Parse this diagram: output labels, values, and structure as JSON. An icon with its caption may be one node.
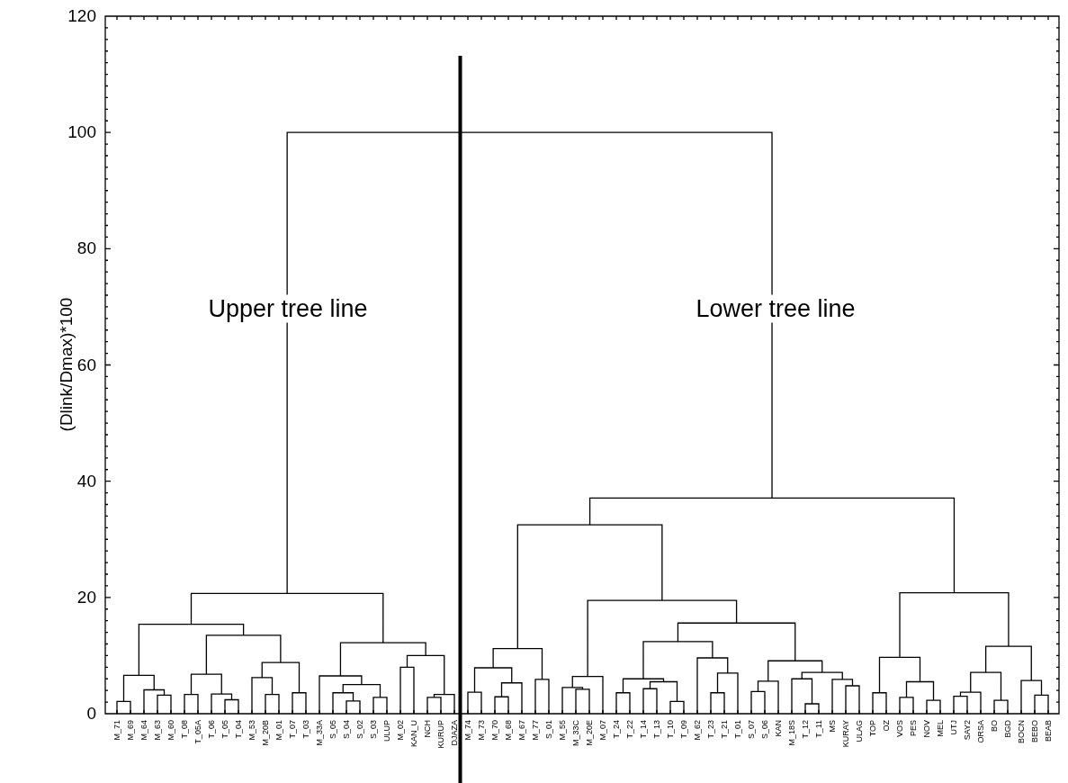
{
  "diagram": {
    "labels": [
      "120",
      "100",
      "80",
      "60",
      "40",
      "20",
      "0",
      "(Dlink/Dmax)*100",
      "Upper tree line",
      "Lower tree line",
      "M_71",
      "M_69",
      "M_64",
      "M_63",
      "M_60",
      "T_08",
      "T_05A",
      "T_06",
      "T_05",
      "T_04",
      "M_53",
      "M_20B",
      "M_01",
      "T_07",
      "T_03",
      "M_33A",
      "S_05",
      "S_04",
      "S_02",
      "S_03",
      "ULUP",
      "M_02",
      "KAN_U",
      "NCH",
      "KURUP",
      "DJAZA",
      "M_74",
      "M_73",
      "M_70",
      "M_68",
      "M_67",
      "M_77",
      "S_01",
      "M_55",
      "M_33C",
      "M_20E",
      "M_07",
      "T_24",
      "T_22",
      "T_14",
      "T_13",
      "T_10",
      "T_09",
      "M_62",
      "T_23",
      "T_21",
      "T_01",
      "S_07",
      "S_06",
      "KAN",
      "M_18S",
      "T_12",
      "T_11",
      "MS",
      "KURAY",
      "ULAG",
      "TOP",
      "OZ",
      "VOS",
      "PES",
      "NOV",
      "MEL",
      "UTJ",
      "SAY2",
      "ORSA",
      "BO",
      "BGD",
      "BOCN",
      "BEBO",
      "BEAB"
    ]
  }
}
